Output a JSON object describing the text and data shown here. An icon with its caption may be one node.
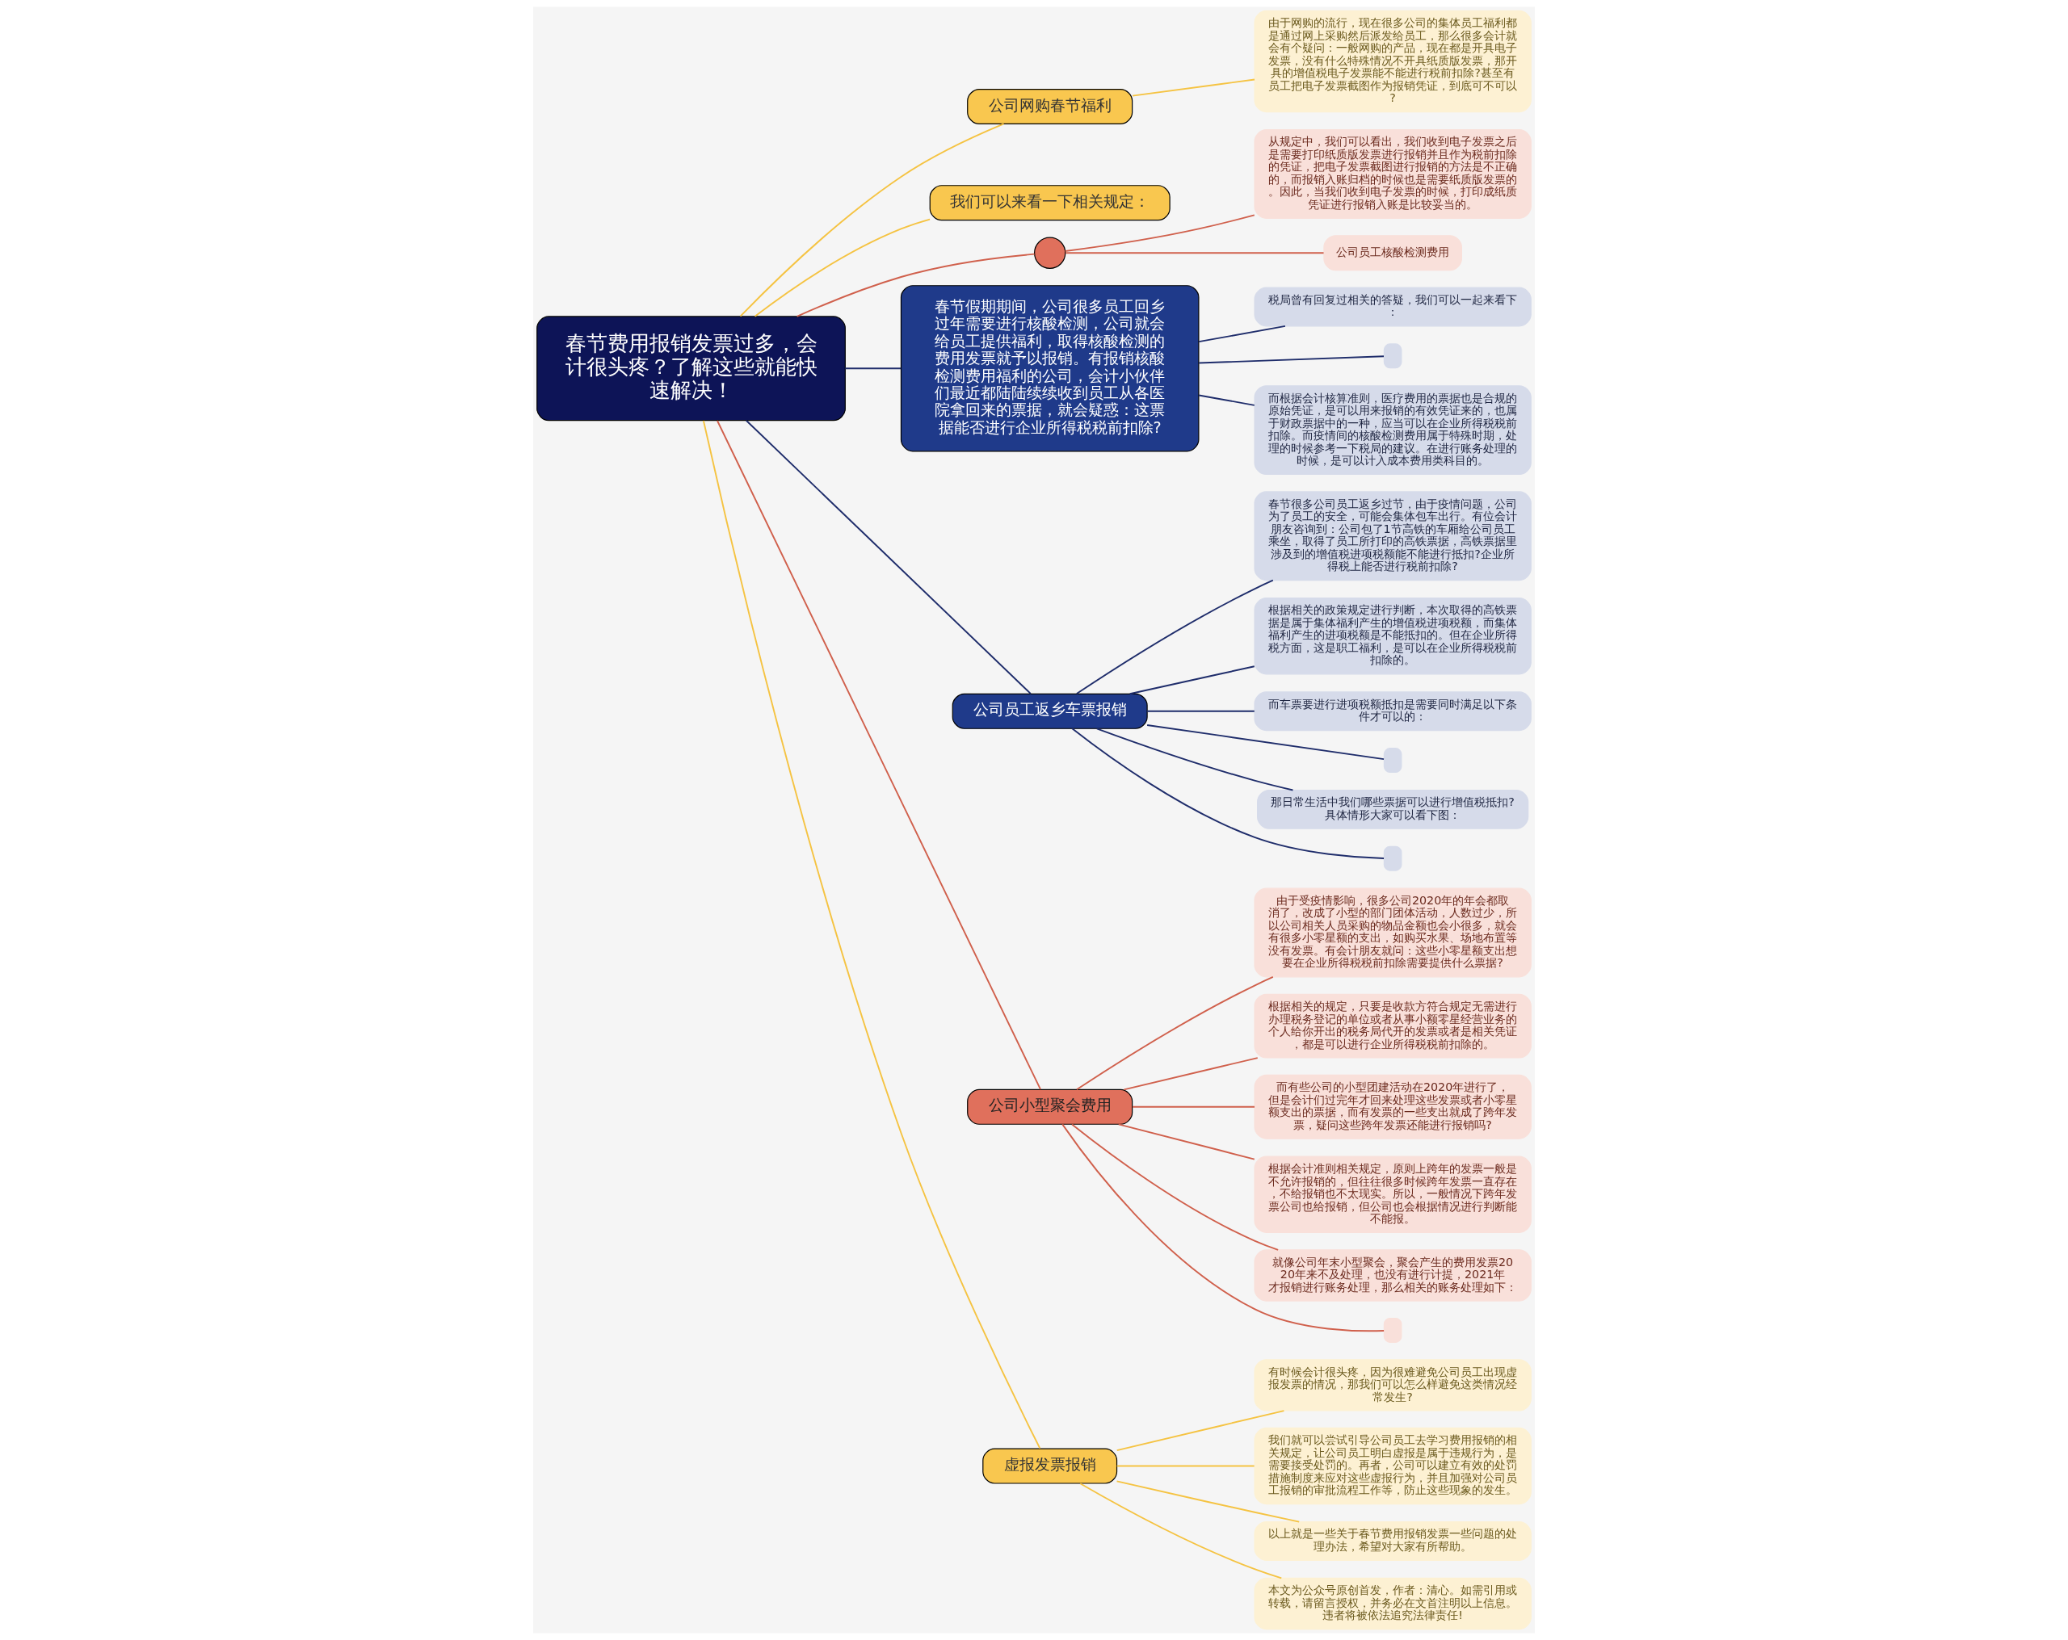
{
  "diagram": {
    "nodes": [
      {
        "text": [
          "春节费用报销发票过多，会计很头疼？了解这些就能快速解决！"
        ]
      },
      {
        "text": [
          "公司网购春节福利"
        ]
      },
      {
        "text": [
          "由于网购的流行，现在很多公司的集体员工福利都是通过网上采购然后派发给员工，那么很多会计就会有个疑问：一般网购的产品，现在都是开具电子发票，没有什么特殊情况不开具纸质版发票，那开具的增值税电子发票能不能进行税前扣除?甚至有员工把电子发票截图作为报销凭证，到底可不可以?"
        ]
      },
      {
        "text": [
          "我们可以来看一下相关规定："
        ]
      },
      {
        "text": [],
        "shape": "circle"
      },
      {
        "text": [
          "从规定中，我们可以看出，我们收到电子发票之后是需要打印纸质版发票进行报销并且作为税前扣除的凭证，把电子发票截图进行报销的方法是不正确的，而报销入账归档的时候也是需要纸质版发票的。因此，当我们收到电子发票的时候，打印成纸质凭证进行报销入账是比较妥当的。"
        ]
      },
      {
        "text": [
          "公司员工核酸检测费用"
        ]
      },
      {
        "text": [
          "春节假期期间，公司很多员工回乡过年需要进行核酸检测，公司就会给员工提供福利，取得核酸检测的费用发票就予以报销。有报销核酸检测费用福利的公司，会计小伙伴们最近都陆陆续续收到员工从各医院拿回来的票据，就会疑惑：这票据能否进行企业所得税税前扣除?"
        ]
      },
      {
        "text": [
          "税局曾有回复过相关的答疑，我们可以一起来看下："
        ]
      },
      {
        "text": [],
        "shape": "box"
      },
      {
        "text": [
          "而根据会计核算准则，医疗费用的票据也是合规的原始凭证，是可以用来报销的有效凭证来的，也属于财政票据中的一种，应当可以在企业所得税税前扣除。而疫情间的核酸检测费用属于特殊时期，处理的时候参考一下税局的建议。在进行账务处理的时候，是可以计入成本费用类科目的。"
        ]
      },
      {
        "text": [
          "公司员工返乡车票报销"
        ]
      },
      {
        "text": [
          "春节很多公司员工返乡过节，由于疫情问题，公司为了员工的安全，可能会集体包车出行。有位会计朋友咨询到：公司包了1节高铁的车厢给公司员工乘坐，取得了员工所打印的高铁票据，高铁票据里涉及到的增值税进项税额能不能进行抵扣?企业所得税上能否进行税前扣除?"
        ]
      },
      {
        "text": [
          "根据相关的政策规定进行判断，本次取得的高铁票据是属于集体福利产生的增值税进项税额，而集体福利产生的进项税额是不能抵扣的。但在企业所得税方面，这是职工福利，是可以在企业所得税税前扣除的。"
        ]
      },
      {
        "text": [
          "而车票要进行进项税额抵扣是需要同时满足以下条件才可以的："
        ]
      },
      {
        "text": [],
        "shape": "box"
      },
      {
        "text": [
          "那日常生活中我们哪些票据可以进行增值税抵扣?具体情形大家可以看下图："
        ]
      },
      {
        "text": [],
        "shape": "box"
      },
      {
        "text": [
          "公司小型聚会费用"
        ]
      },
      {
        "text": [
          "由于受疫情影响，很多公司2020年的年会都取消了，改成了小型的部门团体活动，人数过少，所以公司相关人员采购的物品金额也会小很多，就会有很多小零星额的支出，如购买水果、场地布置等没有发票。有会计朋友就问：这些小零星额支出想要在企业所得税税前扣除需要提供什么票据?"
        ]
      },
      {
        "text": [
          "根据相关的规定，只要是收款方符合规定无需进行办理税务登记的单位或者从事小额零星经营业务的个人给你开出的税务局代开的发票或者是相关凭证，都是可以进行企业所得税税前扣除的。"
        ]
      },
      {
        "text": [
          "而有些公司的小型团建活动在2020年进行了，但是会计们过完年才回来处理这些发票或者小零星额支出的票据，而有发票的一些支出就成了跨年发票，疑问这些跨年发票还能进行报销吗?"
        ]
      },
      {
        "text": [
          "根据会计准则相关规定，原则上跨年的发票一般是不允许报销的，但往往很多时候跨年发票一直存在，不给报销也不太现实。所以，一般情况下跨年发票公司也给报销，但公司也会根据情况进行判断能不能报。"
        ]
      },
      {
        "text": [
          "就像公司年末小型聚会，聚会产生的费用发票2020年来不及处理，也没有进行计提，2021年才报销进行账务处理，那么相关的账务处理如下："
        ]
      },
      {
        "text": [],
        "shape": "box"
      },
      {
        "text": [
          "虚报发票报销"
        ]
      },
      {
        "text": [
          "有时候会计很头疼，因为很难避免公司员工出现虚报发票的情况，那我们可以怎么样避免这类情况经常发生?"
        ]
      },
      {
        "text": [
          "我们就可以尝试引导公司员工去学习费用报销的相关规定，让公司员工明白虚报是属于违规行为，是需要接受处罚的。再者，公司可以建立有效的处罚措施制度来应对这些虚报行为，并且加强对公司员工报销的审批流程工作等，防止这些现象的发生。"
        ]
      },
      {
        "text": [
          "以上就是一些关于春节费用报销发票一些问题的处理办法，希望对大家有所帮助。"
        ]
      },
      {
        "text": [
          "本文为公众号原创首发，作者：清心。如需引用或转载，请留言授权，并务必在文首注明以上信息。违者将被依法追究法律责任!"
        ]
      }
    ],
    "edges": [
      {
        "from": 0,
        "to": 1,
        "arrow": "none",
        "color": "#f5c342"
      },
      {
        "from": 1,
        "to": 2,
        "arrow": "none",
        "color": "#f5c342"
      },
      {
        "from": 0,
        "to": 3,
        "arrow": "none",
        "color": "#f5c342"
      },
      {
        "from": 0,
        "to": 4,
        "arrow": "none",
        "color": "#d0604c"
      },
      {
        "from": 4,
        "to": 5,
        "arrow": "none",
        "color": "#d0604c"
      },
      {
        "from": 4,
        "to": 6,
        "arrow": "none",
        "color": "#d0604c"
      },
      {
        "from": 0,
        "to": 7,
        "arrow": "none"
      },
      {
        "from": 7,
        "to": 8,
        "arrow": "none"
      },
      {
        "from": 7,
        "to": 9,
        "arrow": "none"
      },
      {
        "from": 7,
        "to": 10,
        "arrow": "none"
      },
      {
        "from": 0,
        "to": 11,
        "arrow": "none"
      },
      {
        "from": 11,
        "to": 12,
        "arrow": "none"
      },
      {
        "from": 11,
        "to": 13,
        "arrow": "none"
      },
      {
        "from": 11,
        "to": 14,
        "arrow": "none"
      },
      {
        "from": 11,
        "to": 15,
        "arrow": "none"
      },
      {
        "from": 11,
        "to": 16,
        "arrow": "none"
      },
      {
        "from": 11,
        "to": 17,
        "arrow": "none"
      },
      {
        "from": 0,
        "to": 18,
        "arrow": "none",
        "color": "#d0604c"
      },
      {
        "from": 18,
        "to": 19,
        "arrow": "none",
        "color": "#d0604c"
      },
      {
        "from": 18,
        "to": 20,
        "arrow": "none",
        "color": "#d0604c"
      },
      {
        "from": 18,
        "to": 21,
        "arrow": "none",
        "color": "#d0604c"
      },
      {
        "from": 18,
        "to": 22,
        "arrow": "none",
        "color": "#d0604c"
      },
      {
        "from": 18,
        "to": 23,
        "arrow": "none",
        "color": "#d0604c"
      },
      {
        "from": 18,
        "to": 24,
        "arrow": "none",
        "color": "#d0604c"
      },
      {
        "from": 0,
        "to": 25,
        "arrow": "none",
        "color": "#f5c342"
      },
      {
        "from": 25,
        "to": 26,
        "arrow": "none",
        "color": "#f5c342"
      },
      {
        "from": 25,
        "to": 27,
        "arrow": "none",
        "color": "#f5c342"
      },
      {
        "from": 25,
        "to": 28,
        "arrow": "none",
        "color": "#f5c342"
      },
      {
        "from": 25,
        "to": 29,
        "arrow": "none",
        "color": "#f5c342"
      }
    ]
  }
}
